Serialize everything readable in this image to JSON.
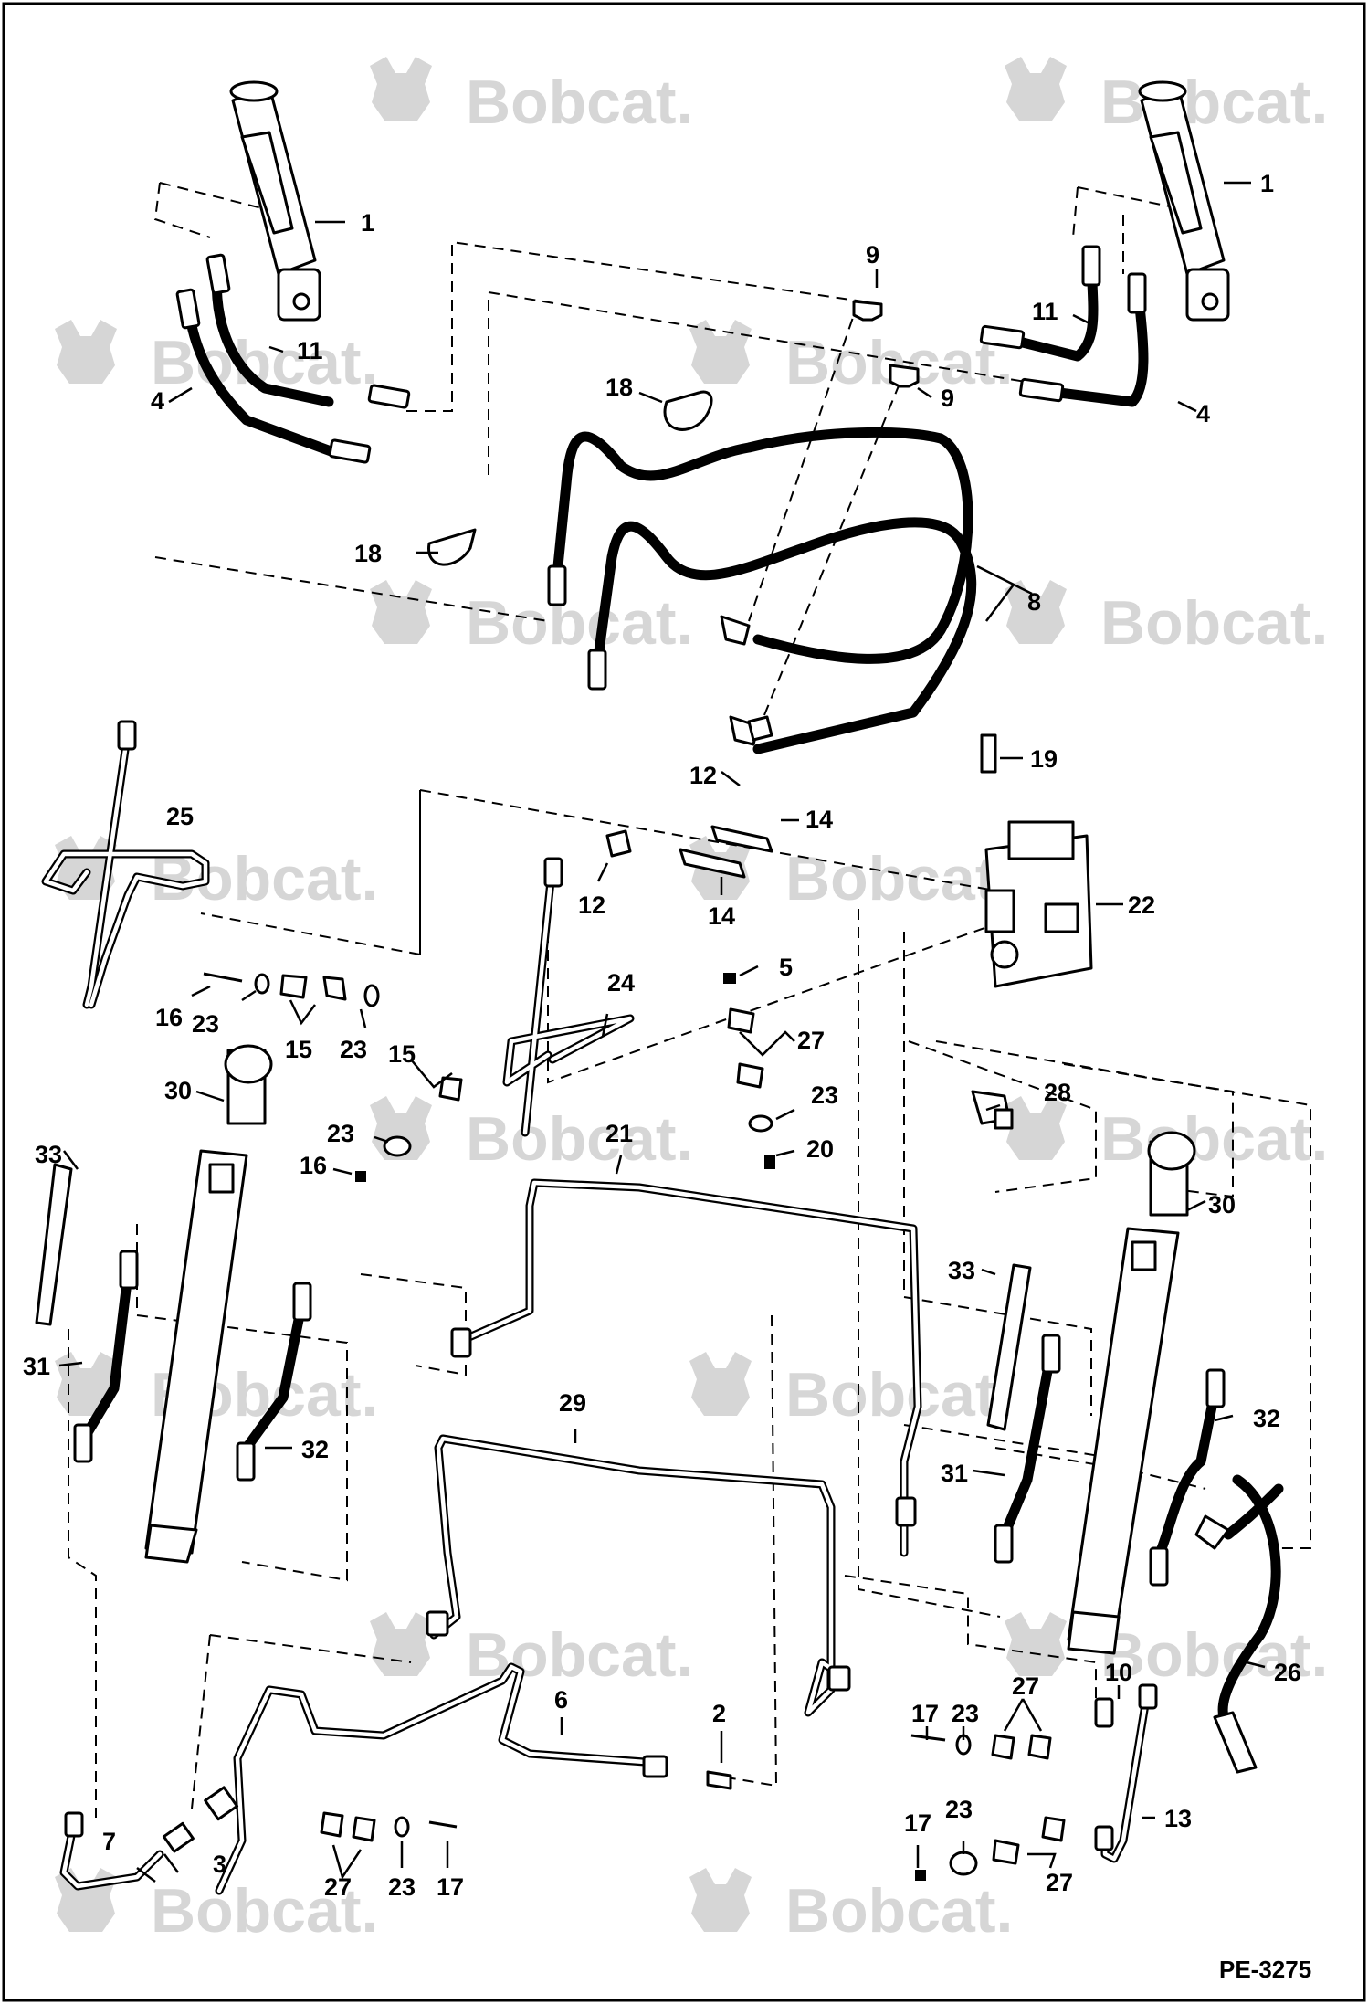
{
  "watermark": {
    "brand": "Bobcat.",
    "color": "#d6d6d6"
  },
  "figure_ref": "PE-3275",
  "callouts": {
    "c1a": "1",
    "c1b": "1",
    "c2": "2",
    "c3": "3",
    "c4a": "4",
    "c4b": "4",
    "c5": "5",
    "c6": "6",
    "c7": "7",
    "c8": "8",
    "c9a": "9",
    "c9b": "9",
    "c10": "10",
    "c11a": "11",
    "c11b": "11",
    "c12a": "12",
    "c12b": "12",
    "c13": "13",
    "c14a": "14",
    "c14b": "14",
    "c15a": "15",
    "c15b": "15",
    "c16a": "16",
    "c16b": "16",
    "c17a": "17",
    "c17b": "17",
    "c17c": "17",
    "c18a": "18",
    "c18b": "18",
    "c19": "19",
    "c20": "20",
    "c21": "21",
    "c22": "22",
    "c23a": "23",
    "c23b": "23",
    "c23c": "23",
    "c23d": "23",
    "c23e": "23",
    "c23f": "23",
    "c23g": "23",
    "c24": "24",
    "c25": "25",
    "c26": "26",
    "c27a": "27",
    "c27b": "27",
    "c27c": "27",
    "c27d": "27",
    "c28": "28",
    "c29": "29",
    "c30a": "30",
    "c30b": "30",
    "c31a": "31",
    "c31b": "31",
    "c32a": "32",
    "c32b": "32",
    "c33a": "33",
    "c33b": "33"
  }
}
